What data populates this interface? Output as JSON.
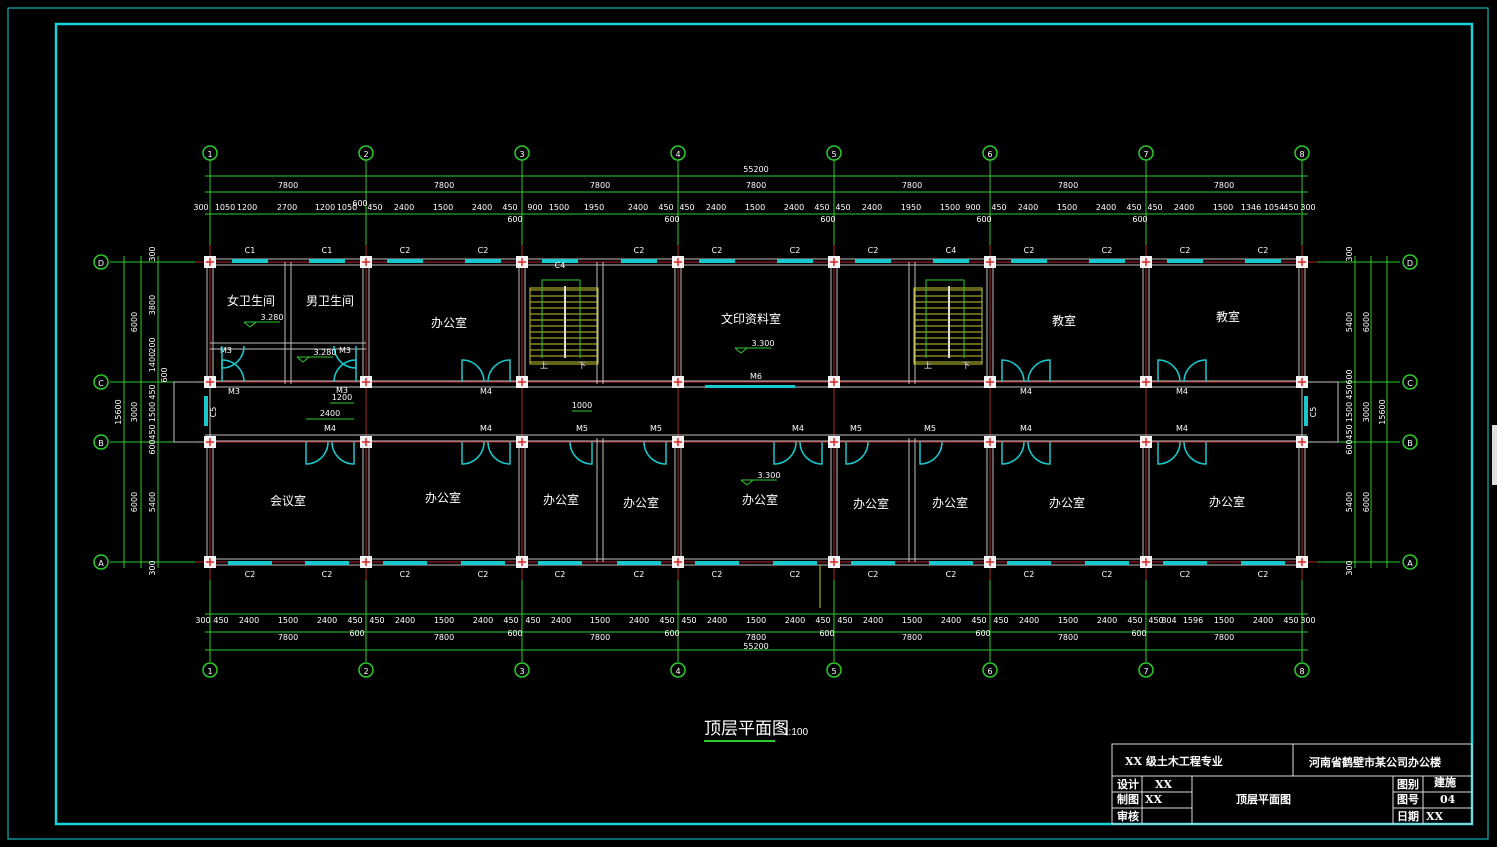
{
  "drawing": {
    "title": "顶层平面图",
    "scale": "1:100",
    "axes_x": [
      "1",
      "2",
      "3",
      "4",
      "5",
      "6",
      "7",
      "8"
    ],
    "axes_y": [
      "D",
      "C",
      "B",
      "A"
    ],
    "top_dims": {
      "total": "55200",
      "bays": [
        "7800",
        "7800",
        "7800",
        "7800",
        "7800",
        "7800",
        "7800"
      ],
      "detail": [
        "300",
        "1050",
        "1200",
        "2700",
        "1200",
        "1050",
        "600",
        "450",
        "2400",
        "1500",
        "2400",
        "450",
        "600",
        "900",
        "1500",
        "1950",
        "2400",
        "450",
        "600",
        "450",
        "2400",
        "1500",
        "2400",
        "450",
        "600",
        "450",
        "2400",
        "1950",
        "1500",
        "900",
        "600",
        "450",
        "2400",
        "1500",
        "2400",
        "450",
        "600",
        "450",
        "2400",
        "1500",
        "1346",
        "1054",
        "450",
        "300"
      ]
    },
    "bottom_dims": {
      "total": "55200",
      "bays": [
        "7800",
        "7800",
        "7800",
        "7800",
        "7800",
        "7800",
        "7800"
      ],
      "detail": [
        "300",
        "450",
        "2400",
        "1500",
        "2400",
        "450",
        "600",
        "450",
        "2400",
        "1500",
        "2400",
        "450",
        "600",
        "450",
        "2400",
        "1500",
        "2400",
        "450",
        "600",
        "450",
        "2400",
        "1500",
        "2400",
        "450",
        "600",
        "450",
        "2400",
        "1500",
        "2400",
        "450",
        "600",
        "450",
        "2400",
        "1500",
        "2400",
        "450",
        "600",
        "450",
        "804",
        "1596",
        "1500",
        "2400",
        "450",
        "300"
      ]
    },
    "left_dims": {
      "outer": "15600",
      "middle": [
        "6000",
        "3000",
        "6000"
      ],
      "inner": [
        "300",
        "3800",
        "200",
        "1400",
        "450",
        "1500",
        "450",
        "600",
        "5400",
        "300"
      ],
      "extra": "600"
    },
    "right_dims": {
      "outer": "15600",
      "middle": [
        "6000",
        "3000",
        "6000"
      ],
      "inner": [
        "300",
        "5400",
        "600",
        "450",
        "1500",
        "450",
        "600",
        "5400",
        "300"
      ]
    },
    "rooms": [
      "女卫生间",
      "男卫生间",
      "办公室",
      "文印资料室",
      "教室",
      "教室",
      "会议室",
      "办公室",
      "办公室",
      "办公室",
      "办公室",
      "办公室",
      "办公室",
      "办公室",
      "办公室"
    ],
    "windows_top": [
      "C1",
      "C1",
      "C2",
      "C2",
      "C4",
      "C2",
      "C2",
      "C2",
      "C2",
      "C4",
      "C2",
      "C2",
      "C2",
      "C2"
    ],
    "windows_bottom": [
      "C2",
      "C2",
      "C2",
      "C2",
      "C2",
      "C2",
      "C2",
      "C2",
      "C2",
      "C2",
      "C2",
      "C2",
      "C2",
      "C2"
    ],
    "windows_side": [
      "C5",
      "C5"
    ],
    "doors": [
      "M3",
      "M3",
      "M3",
      "M3",
      "M4",
      "M6",
      "M4",
      "M4",
      "M4",
      "M4",
      "M5",
      "M5",
      "M4",
      "M5",
      "M5",
      "M4",
      "M4"
    ],
    "small_dims": [
      "1200",
      "2400",
      "1000"
    ],
    "elevations": [
      "3.280",
      "3.280",
      "3.300",
      "3.300"
    ],
    "stair_labels": [
      "上",
      "下",
      "上",
      "下"
    ]
  },
  "title_block": {
    "school": "XX 级土木工程专业",
    "project": "河南省鹤壁市某公司办公楼",
    "design_label": "设计",
    "design_value": "XX",
    "draw_label": "制图",
    "draw_value": "XX",
    "review_label": "审核",
    "drawing_name": "顶层平面图",
    "category_label": "图别",
    "category_value": "建施",
    "number_label": "图号",
    "number_value": "04",
    "date_label": "日期",
    "date_value": "XX"
  },
  "colors": {
    "frame": "#19d3dc",
    "axis": "#2ecc2e",
    "wall": "#c0c0c0",
    "grid": "#b22020",
    "window": "#19c8cc",
    "stair": "#c8c832"
  }
}
